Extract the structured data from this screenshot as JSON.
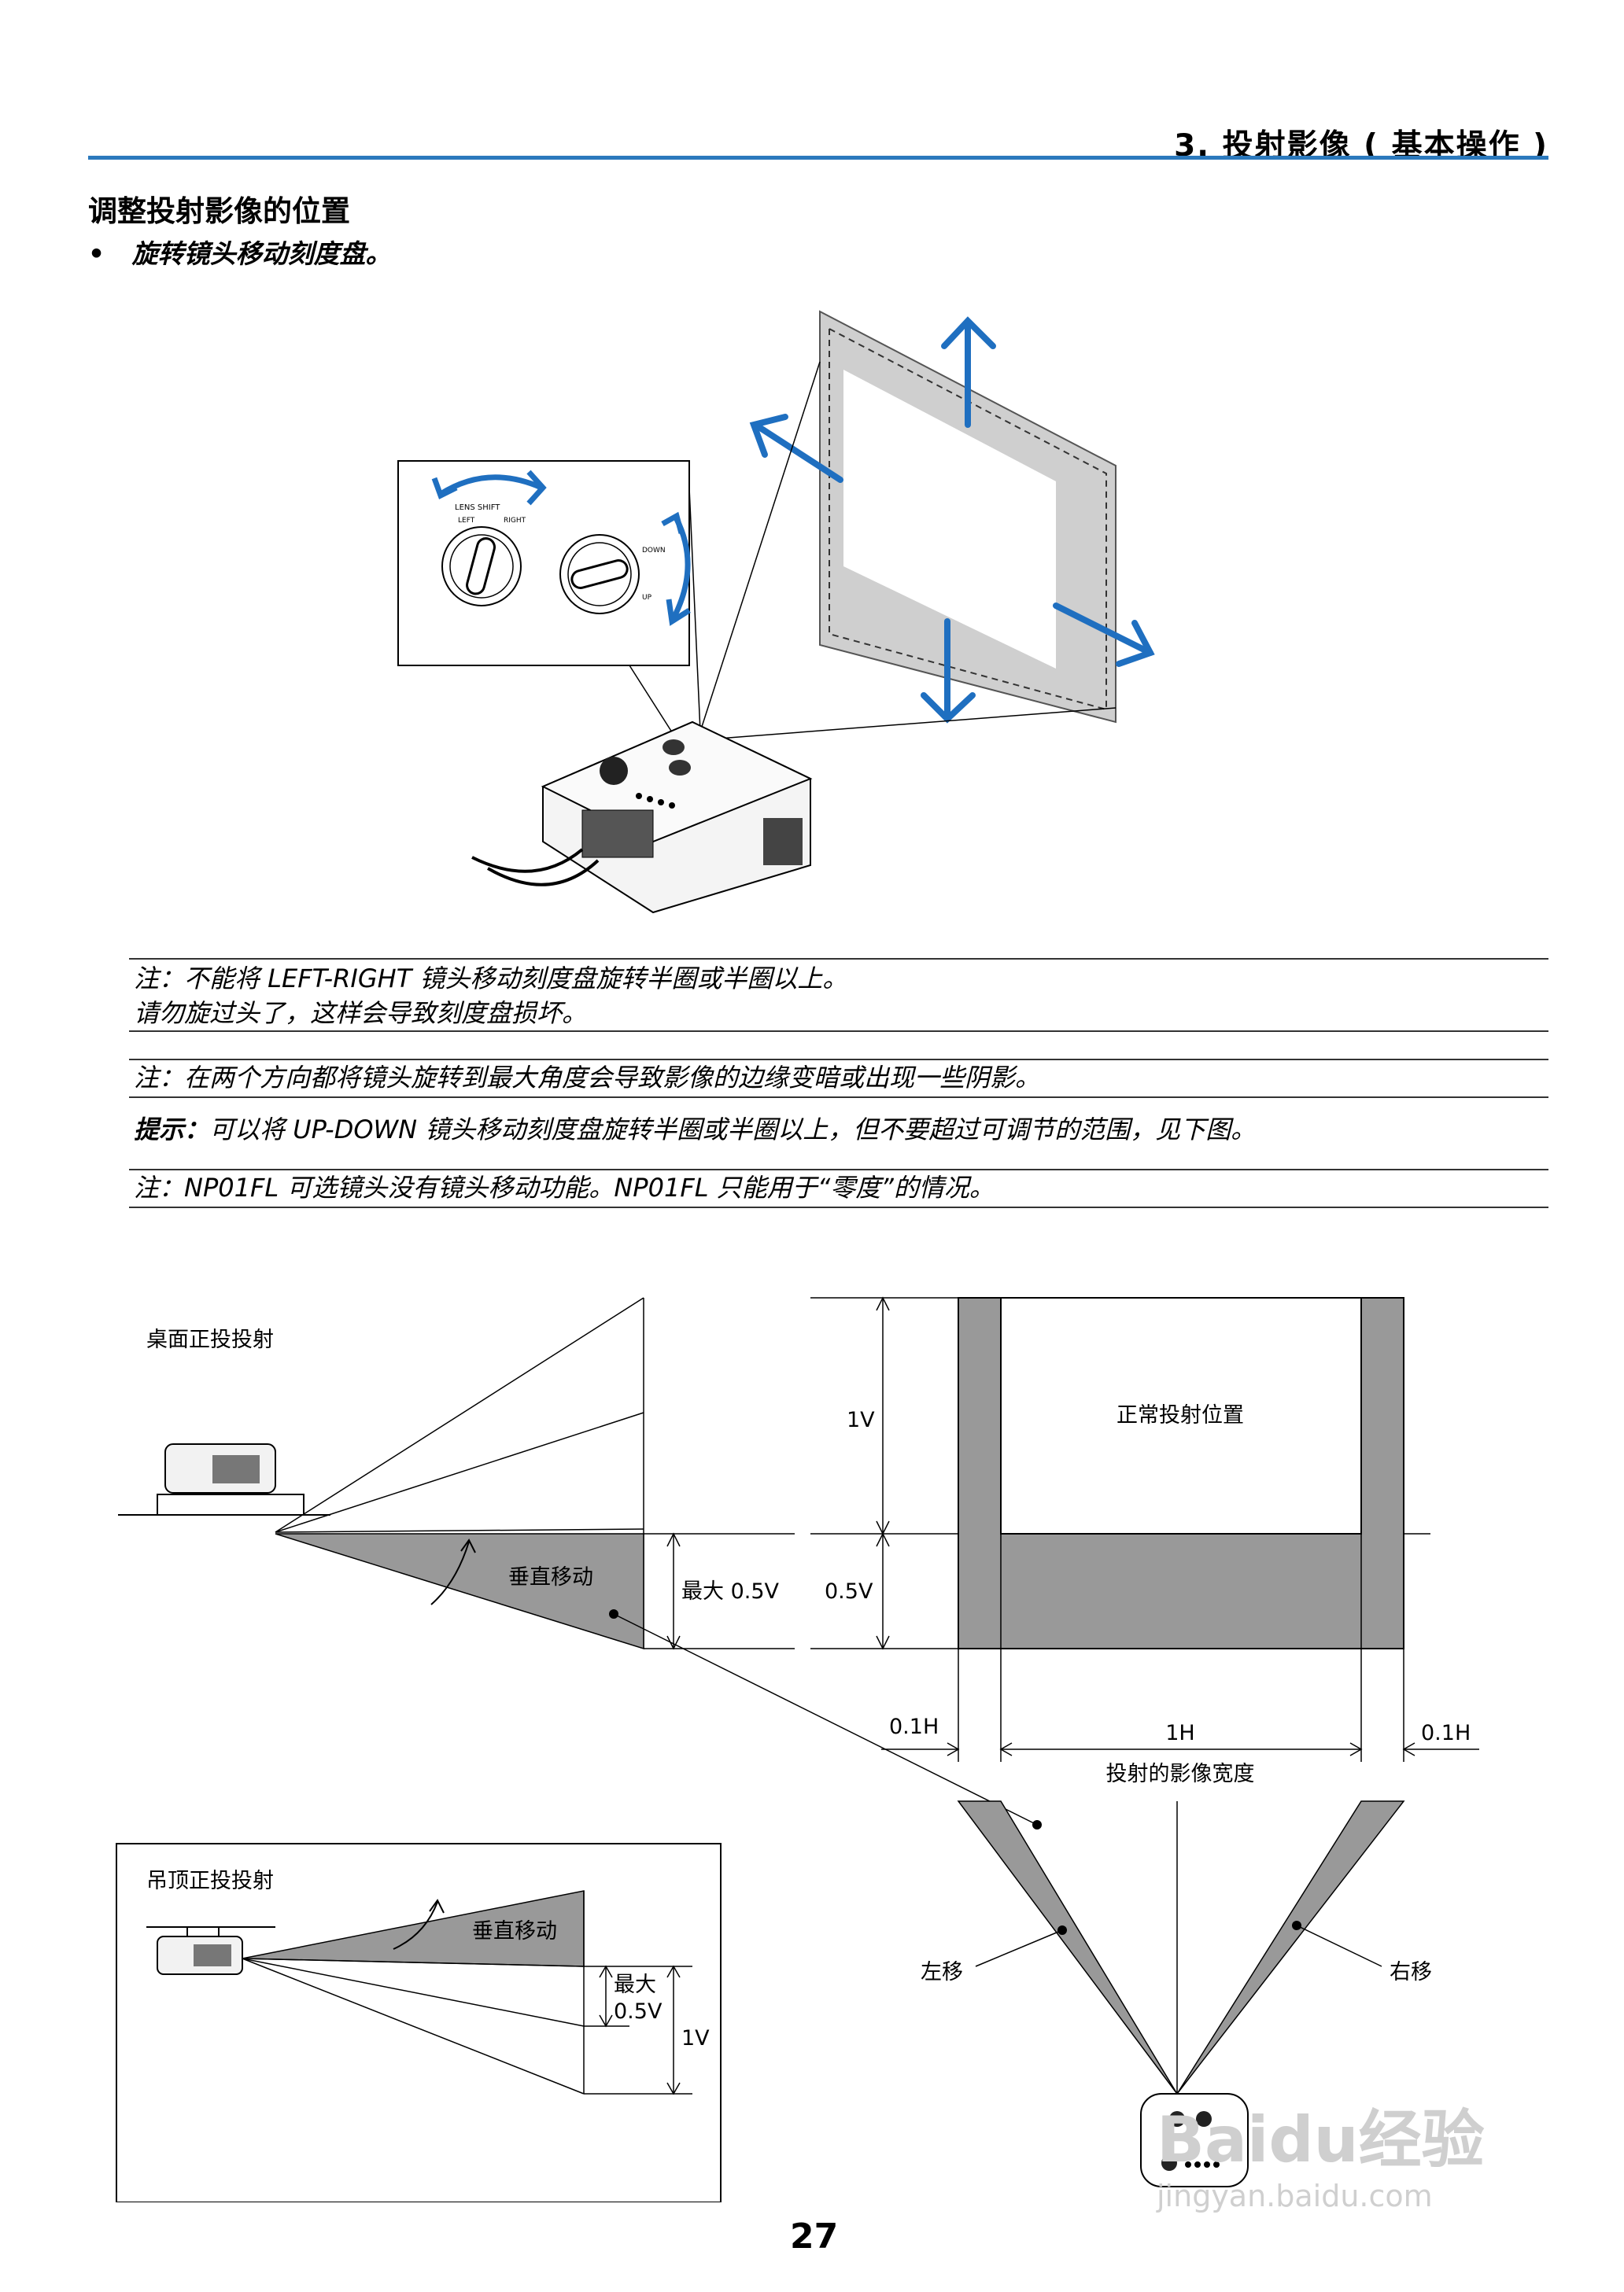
{
  "header": {
    "title": "3. 投射影像 ( 基本操作 )"
  },
  "section": {
    "title": "调整投射影像的位置",
    "bullet_mark": "•",
    "bullet": "旋转镜头移动刻度盘。"
  },
  "dial_labels": {
    "lens_shift": "LENS SHIFT",
    "left": "LEFT",
    "right": "RIGHT",
    "down": "DOWN",
    "up": "UP"
  },
  "notes": {
    "note1_line1": "注：不能将 LEFT-RIGHT 镜头移动刻度盘旋转半圈或半圈以上。",
    "note1_line2": "请勿旋过头了，这样会导致刻度盘损坏。",
    "note2": "注：在两个方向都将镜头旋转到最大角度会导致影像的边缘变暗或出现一些阴影。",
    "tip_label": "提示：",
    "tip_text": "可以将 UP-DOWN 镜头移动刻度盘旋转半圈或半圈以上，但不要超过可调节的范围，见下图。",
    "note3": "注：NP01FL 可选镜头没有镜头移动功能。NP01FL 只能用于“零度”的情况。"
  },
  "diagram": {
    "desk_label": "桌面正投投射",
    "vertical_shift": "垂直移动",
    "max_half_v": "最大 0.5V",
    "half_v": "0.5V",
    "one_v": "1V",
    "normal_position": "正常投射位置",
    "zero_one_h": "0.1H",
    "one_h": "1H",
    "image_width": "投射的影像宽度",
    "shift_left": "左移",
    "shift_right": "右移",
    "ceiling_label": "吊顶正投投射",
    "ceiling_vertical_shift": "垂直移动",
    "ceiling_max": "最大",
    "ceiling_half_v": "0.5V",
    "ceiling_one_v": "1V"
  },
  "page_number": "27",
  "watermark": {
    "brand": "Baidu经验",
    "url": "jingyan.baidu.com"
  },
  "colors": {
    "accent_blue": "#2b79bd",
    "arrow_blue": "#1f6fc0",
    "shift_gray": "#999999"
  }
}
